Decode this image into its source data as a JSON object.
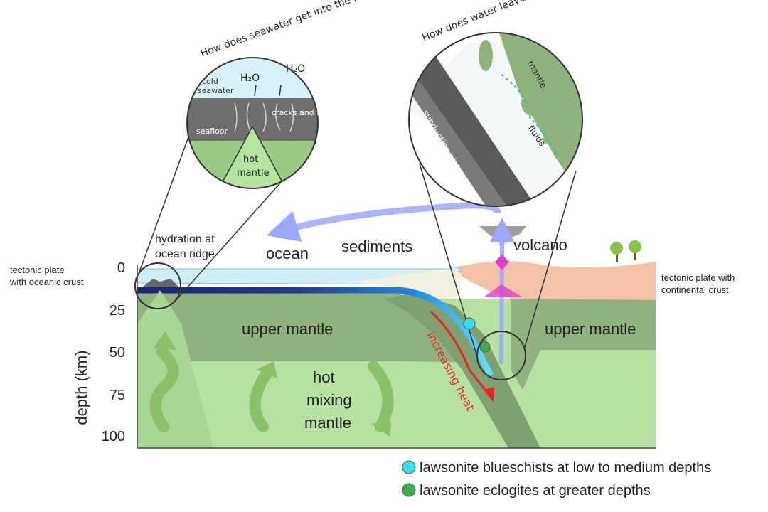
{
  "insets": {
    "left": {
      "question": "How does seawater get into the rocks?",
      "h2o": "H₂O",
      "cold_seawater_1": "cold",
      "cold_seawater_2": "seawater",
      "cracks": "cracks and faults",
      "seafloor": "seafloor",
      "hot_mantle_1": "hot",
      "hot_mantle_2": "mantle"
    },
    "right": {
      "question": "How does water leave the rock?",
      "mantle": "mantle",
      "fluids": "fluids",
      "subducting_plate": "subducting plate"
    }
  },
  "labels": {
    "hydration_1": "hydration at",
    "hydration_2": "ocean ridge",
    "ocean": "ocean",
    "sediments": "sediments",
    "volcano": "volcano",
    "oceanic_plate_1": "tectonic plate",
    "oceanic_plate_2": "with oceanic crust",
    "continental_plate_1": "tectonic plate with",
    "continental_plate_2": "continental crust",
    "upper_mantle_left": "upper mantle",
    "upper_mantle_right": "upper mantle",
    "hot_mixing_1": "hot",
    "hot_mixing_2": "mixing",
    "hot_mixing_3": "mantle",
    "increasing_heat": "increasing heat"
  },
  "axis": {
    "title": "depth  (km)",
    "ticks": [
      "0",
      "25",
      "50",
      "75",
      "100"
    ]
  },
  "legend": [
    {
      "label": "lawsonite blueschists at low to medium depths",
      "color": "#33e0f0"
    },
    {
      "label": "lawsonite eclogites at greater depths",
      "color": "#3cb04a"
    }
  ],
  "colors": {
    "ocean": "#cfeefa",
    "continental_crust": "#f6c2a6",
    "upper_mantle": "#8fb27e",
    "lower_mantle": "#b8e0a2",
    "arrow_heat": "#ee2222",
    "arrow_water": "#9aa8ff"
  }
}
